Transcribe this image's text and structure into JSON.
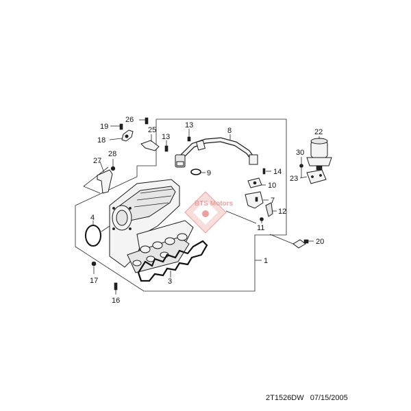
{
  "callouts": [
    {
      "id": "c1",
      "text": "1"
    },
    {
      "id": "c3",
      "text": "3"
    },
    {
      "id": "c4",
      "text": "4"
    },
    {
      "id": "c7",
      "text": "7"
    },
    {
      "id": "c8",
      "text": "8"
    },
    {
      "id": "c9",
      "text": "9"
    },
    {
      "id": "c10",
      "text": "10"
    },
    {
      "id": "c11",
      "text": "11"
    },
    {
      "id": "c12",
      "text": "12"
    },
    {
      "id": "c13a",
      "text": "13"
    },
    {
      "id": "c13b",
      "text": "13"
    },
    {
      "id": "c14",
      "text": "14"
    },
    {
      "id": "c16",
      "text": "16"
    },
    {
      "id": "c17",
      "text": "17"
    },
    {
      "id": "c18",
      "text": "18"
    },
    {
      "id": "c19",
      "text": "19"
    },
    {
      "id": "c20",
      "text": "20"
    },
    {
      "id": "c22",
      "text": "22"
    },
    {
      "id": "c23",
      "text": "23"
    },
    {
      "id": "c25",
      "text": "25"
    },
    {
      "id": "c26",
      "text": "26"
    },
    {
      "id": "c27",
      "text": "27"
    },
    {
      "id": "c28",
      "text": "28"
    },
    {
      "id": "c30",
      "text": "30"
    }
  ],
  "watermark": {
    "text": "BTS Motors",
    "color": "#d9534f"
  },
  "footer": {
    "code": "2T1526DW",
    "date": "07/15/2005"
  }
}
